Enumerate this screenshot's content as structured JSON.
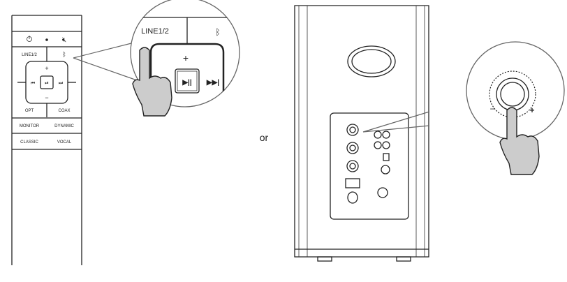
{
  "remote": {
    "line_label": "LINE1/2",
    "opt_label": "OPT",
    "coax_label": "COAX",
    "monitor_label": "MONITOR",
    "dynamic_label": "DYNAMIC",
    "classic_label": "CLASSIC",
    "vocal_label": "VOCAL",
    "plus": "+",
    "minus": "−",
    "prev": "⏮",
    "playpause": "⏯",
    "next": "⏭"
  },
  "zoom_remote": {
    "line_label": "LINE1/2",
    "plus": "+",
    "playpause": "▶||",
    "next": "▶▶|"
  },
  "separator": "or",
  "zoom_knob": {
    "minus": "−",
    "plus": "+"
  }
}
